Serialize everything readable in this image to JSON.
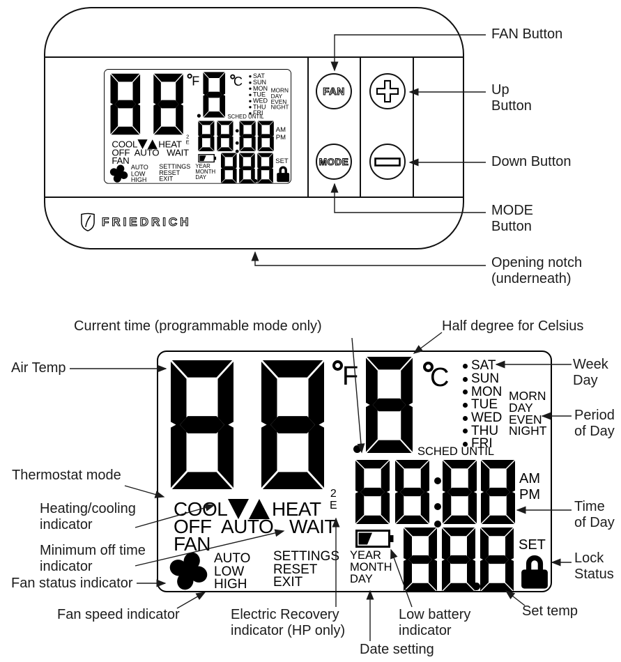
{
  "figure1": {
    "brand": "FRIEDRICH",
    "buttons": {
      "fan": "FAN",
      "mode": "MODE"
    },
    "icons": {
      "plus": "plus-icon",
      "minus": "minus-icon",
      "shield": "brand-shield-icon",
      "notch_arrow": "up-arrow"
    },
    "labels": {
      "fan": "FAN Button",
      "up": [
        "Up",
        "Button"
      ],
      "down": "Down Button",
      "mode": [
        "MODE",
        "Button"
      ],
      "notch": [
        "Opening notch",
        "(underneath)"
      ]
    }
  },
  "lcd": {
    "degree_f": "F",
    "degree_c": "C",
    "weekdays": [
      "SAT",
      "SUN",
      "MON",
      "TUE",
      "WED",
      "THU",
      "FRI"
    ],
    "periods": [
      "MORN",
      "DAY",
      "EVEN",
      "NIGHT"
    ],
    "sched_until": "SCHED UNTIL",
    "am": "AM",
    "pm": "PM",
    "set": "SET",
    "cool": "COOL",
    "heat": "HEAT",
    "off": "OFF",
    "auto": "AUTO",
    "wait": "WAIT",
    "fan": "FAN",
    "stage2": "2",
    "electric": "E",
    "fan_speeds": [
      "AUTO",
      "LOW",
      "HIGH"
    ],
    "settings_menu": [
      "SETTINGS",
      "RESET",
      "EXIT"
    ],
    "date_fields": [
      "YEAR",
      "MONTH",
      "DAY"
    ],
    "icons": {
      "fan_status": "fan-blades-icon",
      "low_battery": "battery-icon",
      "lock": "lock-icon",
      "heat_indicator": "triangle-up-icon",
      "cool_indicator": "triangle-down-icon"
    }
  },
  "figure2_labels": {
    "current_time": "Current time (programmable mode only)",
    "half_degree": "Half degree for Celsius",
    "air_temp": "Air Temp",
    "week_day": [
      "Week",
      "Day"
    ],
    "period_of_day": [
      "Period",
      "of Day"
    ],
    "time_of_day": [
      "Time",
      "of Day"
    ],
    "thermostat_mode": "Thermostat mode",
    "heating_cooling": [
      "Heating/cooling",
      "indicator"
    ],
    "min_off_time": [
      "Minimum off time",
      "indicator"
    ],
    "fan_status": "Fan status indicator",
    "fan_speed": "Fan speed indicator",
    "electric_recovery": [
      "Electric Recovery",
      "indicator (HP only)"
    ],
    "date_setting": "Date setting",
    "low_battery": [
      "Low battery",
      "indicator"
    ],
    "set_temp": "Set temp",
    "lock_status": [
      "Lock",
      "Status"
    ]
  }
}
